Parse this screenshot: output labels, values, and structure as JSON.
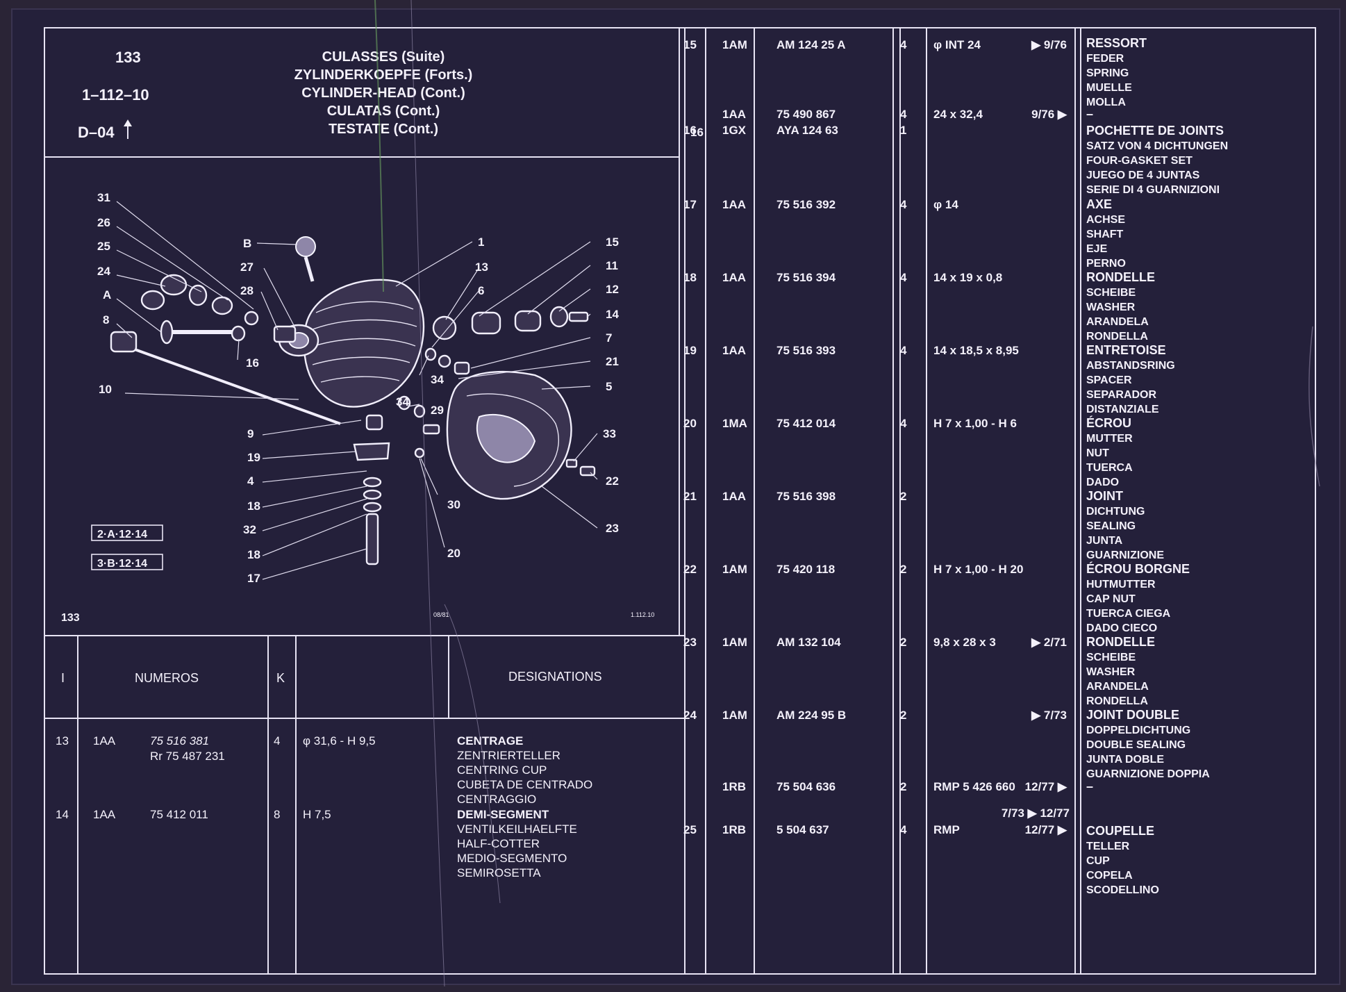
{
  "header": {
    "page_number": "133",
    "reference": "1–112–10",
    "variant": "D–04",
    "titles": [
      {
        "text": "CULASSES (Suite)",
        "bold": true
      },
      {
        "text": "ZYLINDERKOEPFE (Forts.)",
        "bold": true
      },
      {
        "text": "CYLINDER-HEAD (Cont.)",
        "bold": true
      },
      {
        "text": "CULATAS (Cont.)",
        "bold": true
      },
      {
        "text": "TESTATE (Cont.)",
        "bold": true
      }
    ]
  },
  "diagram": {
    "callouts_left": [
      "31",
      "26",
      "25",
      "24",
      "A",
      "8",
      "10"
    ],
    "callouts_mid": [
      "B",
      "27",
      "28",
      "16",
      "9",
      "19",
      "4",
      "18",
      "32",
      "18",
      "17"
    ],
    "callouts_center": [
      "1",
      "13",
      "6",
      "34",
      "34",
      "29",
      "30",
      "20"
    ],
    "callouts_right": [
      "15",
      "11",
      "12",
      "14",
      "7",
      "21",
      "5",
      "33",
      "22",
      "23"
    ],
    "refs": [
      "2·A·12·14",
      "3·B·12·14"
    ],
    "footer_left": "133",
    "footer_mid": "08/81",
    "footer_right": "1.112.10"
  },
  "table_headers": {
    "index": "I",
    "numbers": "NUMEROS",
    "qty": "K",
    "designations": "DESIGNATIONS"
  },
  "left_rows": [
    {
      "no": "13",
      "code": "1AA",
      "numbers": [
        "75 516 381",
        "Rr 75 487 231"
      ],
      "qty": "4",
      "spec": "φ 31,6 - H 9,5",
      "names": [
        "CENTRAGE",
        "ZENTRIERTELLER",
        "CENTRING CUP",
        "CUBETA DE CENTRADO",
        "CENTRAGGIO"
      ]
    },
    {
      "no": "14",
      "code": "1AA",
      "numbers": [
        "75 412 011"
      ],
      "qty": "8",
      "spec": "H 7,5",
      "names": [
        "DEMI-SEGMENT",
        "VENTILKEILHAELFTE",
        "HALF-COTTER",
        "MEDIO-SEGMENTO",
        "SEMIROSETTA"
      ]
    }
  ],
  "right_rows": [
    {
      "no": "15",
      "code": "1AM",
      "number": "AM 124  25 A",
      "qty": "4",
      "spec": "φ INT 24",
      "date": "▶ 9/76",
      "names": [
        "RESSORT",
        "FEDER",
        "SPRING",
        "MUELLE",
        "MOLLA"
      ]
    },
    {
      "no": "",
      "code": "1AA",
      "number": "75 490 867",
      "qty": "4",
      "spec": "24 x 32,4",
      "date": "9/76 ▶",
      "names": [
        "–"
      ]
    },
    {
      "no": "16",
      "code": "1GX",
      "number": "AYA 124  63",
      "qty": "1",
      "spec": "",
      "date": "",
      "names": [
        "POCHETTE DE JOINTS",
        "SATZ VON 4 DICHTUNGEN",
        "FOUR-GASKET SET",
        "JUEGO DE 4 JUNTAS",
        "SERIE DI 4 GUARNIZIONI"
      ]
    },
    {
      "no": "17",
      "code": "1AA",
      "number": "75 516 392",
      "qty": "4",
      "spec": "φ 14",
      "date": "",
      "names": [
        "AXE",
        "ACHSE",
        "SHAFT",
        "EJE",
        "PERNO"
      ]
    },
    {
      "no": "18",
      "code": "1AA",
      "number": "75 516 394",
      "qty": "4",
      "spec": "14 x 19 x 0,8",
      "date": "",
      "names": [
        "RONDELLE",
        "SCHEIBE",
        "WASHER",
        "ARANDELA",
        "RONDELLA"
      ]
    },
    {
      "no": "19",
      "code": "1AA",
      "number": "75 516 393",
      "qty": "4",
      "spec": "14 x 18,5 x 8,95",
      "date": "",
      "names": [
        "ENTRETOISE",
        "ABSTANDSRING",
        "SPACER",
        "SEPARADOR",
        "DISTANZIALE"
      ]
    },
    {
      "no": "20",
      "code": "1MA",
      "number": "75 412 014",
      "qty": "4",
      "spec": "H 7 x 1,00 - H 6",
      "date": "",
      "names": [
        "ÉCROU",
        "MUTTER",
        "NUT",
        "TUERCA",
        "DADO"
      ]
    },
    {
      "no": "21",
      "code": "1AA",
      "number": "75 516 398",
      "qty": "2",
      "spec": "",
      "date": "",
      "names": [
        "JOINT",
        "DICHTUNG",
        "SEALING",
        "JUNTA",
        "GUARNIZIONE"
      ]
    },
    {
      "no": "22",
      "code": "1AM",
      "number": "75 420 118",
      "qty": "2",
      "spec": "H 7 x 1,00 - H 20",
      "date": "",
      "names": [
        "ÉCROU BORGNE",
        "HUTMUTTER",
        "CAP NUT",
        "TUERCA CIEGA",
        "DADO CIECO"
      ]
    },
    {
      "no": "23",
      "code": "1AM",
      "number": "AM 132 104",
      "qty": "2",
      "spec": "9,8 x 28 x 3",
      "date": "▶ 2/71",
      "names": [
        "RONDELLE",
        "SCHEIBE",
        "WASHER",
        "ARANDELA",
        "RONDELLA"
      ]
    },
    {
      "no": "24",
      "code": "1AM",
      "number": "AM 224  95 B",
      "qty": "2",
      "spec": "",
      "date": "▶ 7/73",
      "names": [
        "JOINT DOUBLE",
        "DOPPELDICHTUNG",
        "DOUBLE SEALING",
        "JUNTA DOBLE",
        "GUARNIZIONE DOPPIA"
      ]
    },
    {
      "no": "",
      "code": "1RB",
      "number": "75 504 636",
      "qty": "2",
      "spec": "RMP  5 426 660",
      "date": "12/77 ▶",
      "date2": "7/73 ▶ 12/77",
      "names": [
        "–"
      ]
    },
    {
      "no": "25",
      "code": "1RB",
      "number": "5 504 637",
      "qty": "4",
      "spec": "RMP",
      "date": "12/77 ▶",
      "names": [
        "COUPELLE",
        "TELLER",
        "CUP",
        "COPELA",
        "SCODELLINO"
      ]
    }
  ]
}
